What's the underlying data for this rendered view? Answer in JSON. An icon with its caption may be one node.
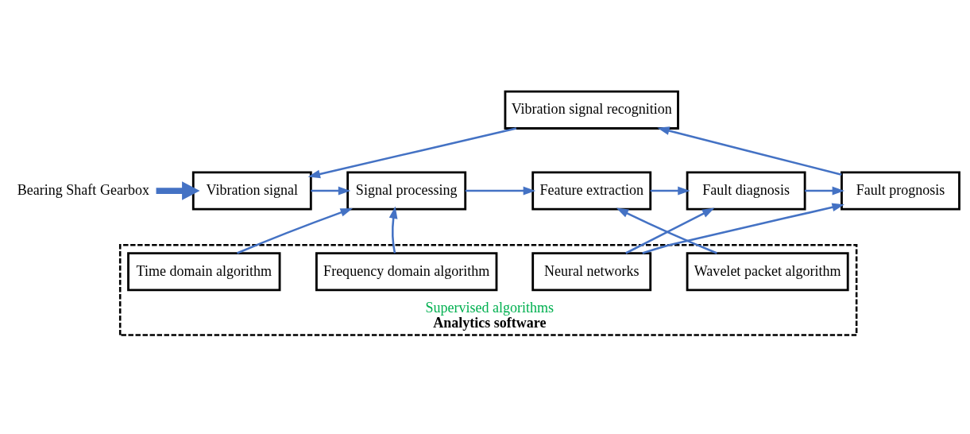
{
  "diagram": {
    "nodes": [
      {
        "text": [
          "Bearing Shaft Gearbox"
        ]
      },
      {
        "text": [
          "Vibration signal"
        ]
      },
      {
        "text": [
          "Signal processing"
        ]
      },
      {
        "text": [
          "Feature extraction"
        ]
      },
      {
        "text": [
          "Fault diagnosis"
        ]
      },
      {
        "text": [
          "Fault prognosis"
        ]
      },
      {
        "text": [
          "Vibration signal recognition"
        ]
      },
      {
        "text": [
          "Supervised algorithms",
          "Analytics software"
        ]
      },
      {
        "text": [
          "Frequency domain algorithm"
        ],
        "in": 7
      },
      {
        "text": [
          "Time domain algorithm"
        ],
        "in": 7
      },
      {
        "text": [
          "Wavelet packet algorithm"
        ],
        "in": 7
      },
      {
        "text": [
          "Neural networks"
        ],
        "in": 7
      }
    ],
    "edges": [
      {
        "from": 0,
        "to": 1,
        "arrow": "to",
        "style": "thick"
      },
      {
        "from": 1,
        "to": 2,
        "arrow": "to"
      },
      {
        "from": 2,
        "to": 3,
        "arrow": "to"
      },
      {
        "from": 3,
        "to": 4,
        "arrow": "to"
      },
      {
        "from": 4,
        "to": 5,
        "arrow": "to"
      },
      {
        "from": 5,
        "to": 6,
        "arrow": "to"
      },
      {
        "from": 6,
        "to": 1,
        "arrow": "to"
      },
      {
        "from": 8,
        "to": 2,
        "arrow": "to"
      },
      {
        "from": 9,
        "to": 2,
        "arrow": "to"
      },
      {
        "from": 10,
        "to": 3,
        "arrow": "to"
      },
      {
        "from": 11,
        "to": 4,
        "arrow": "to"
      },
      {
        "from": 11,
        "to": 5,
        "arrow": "to"
      }
    ]
  }
}
